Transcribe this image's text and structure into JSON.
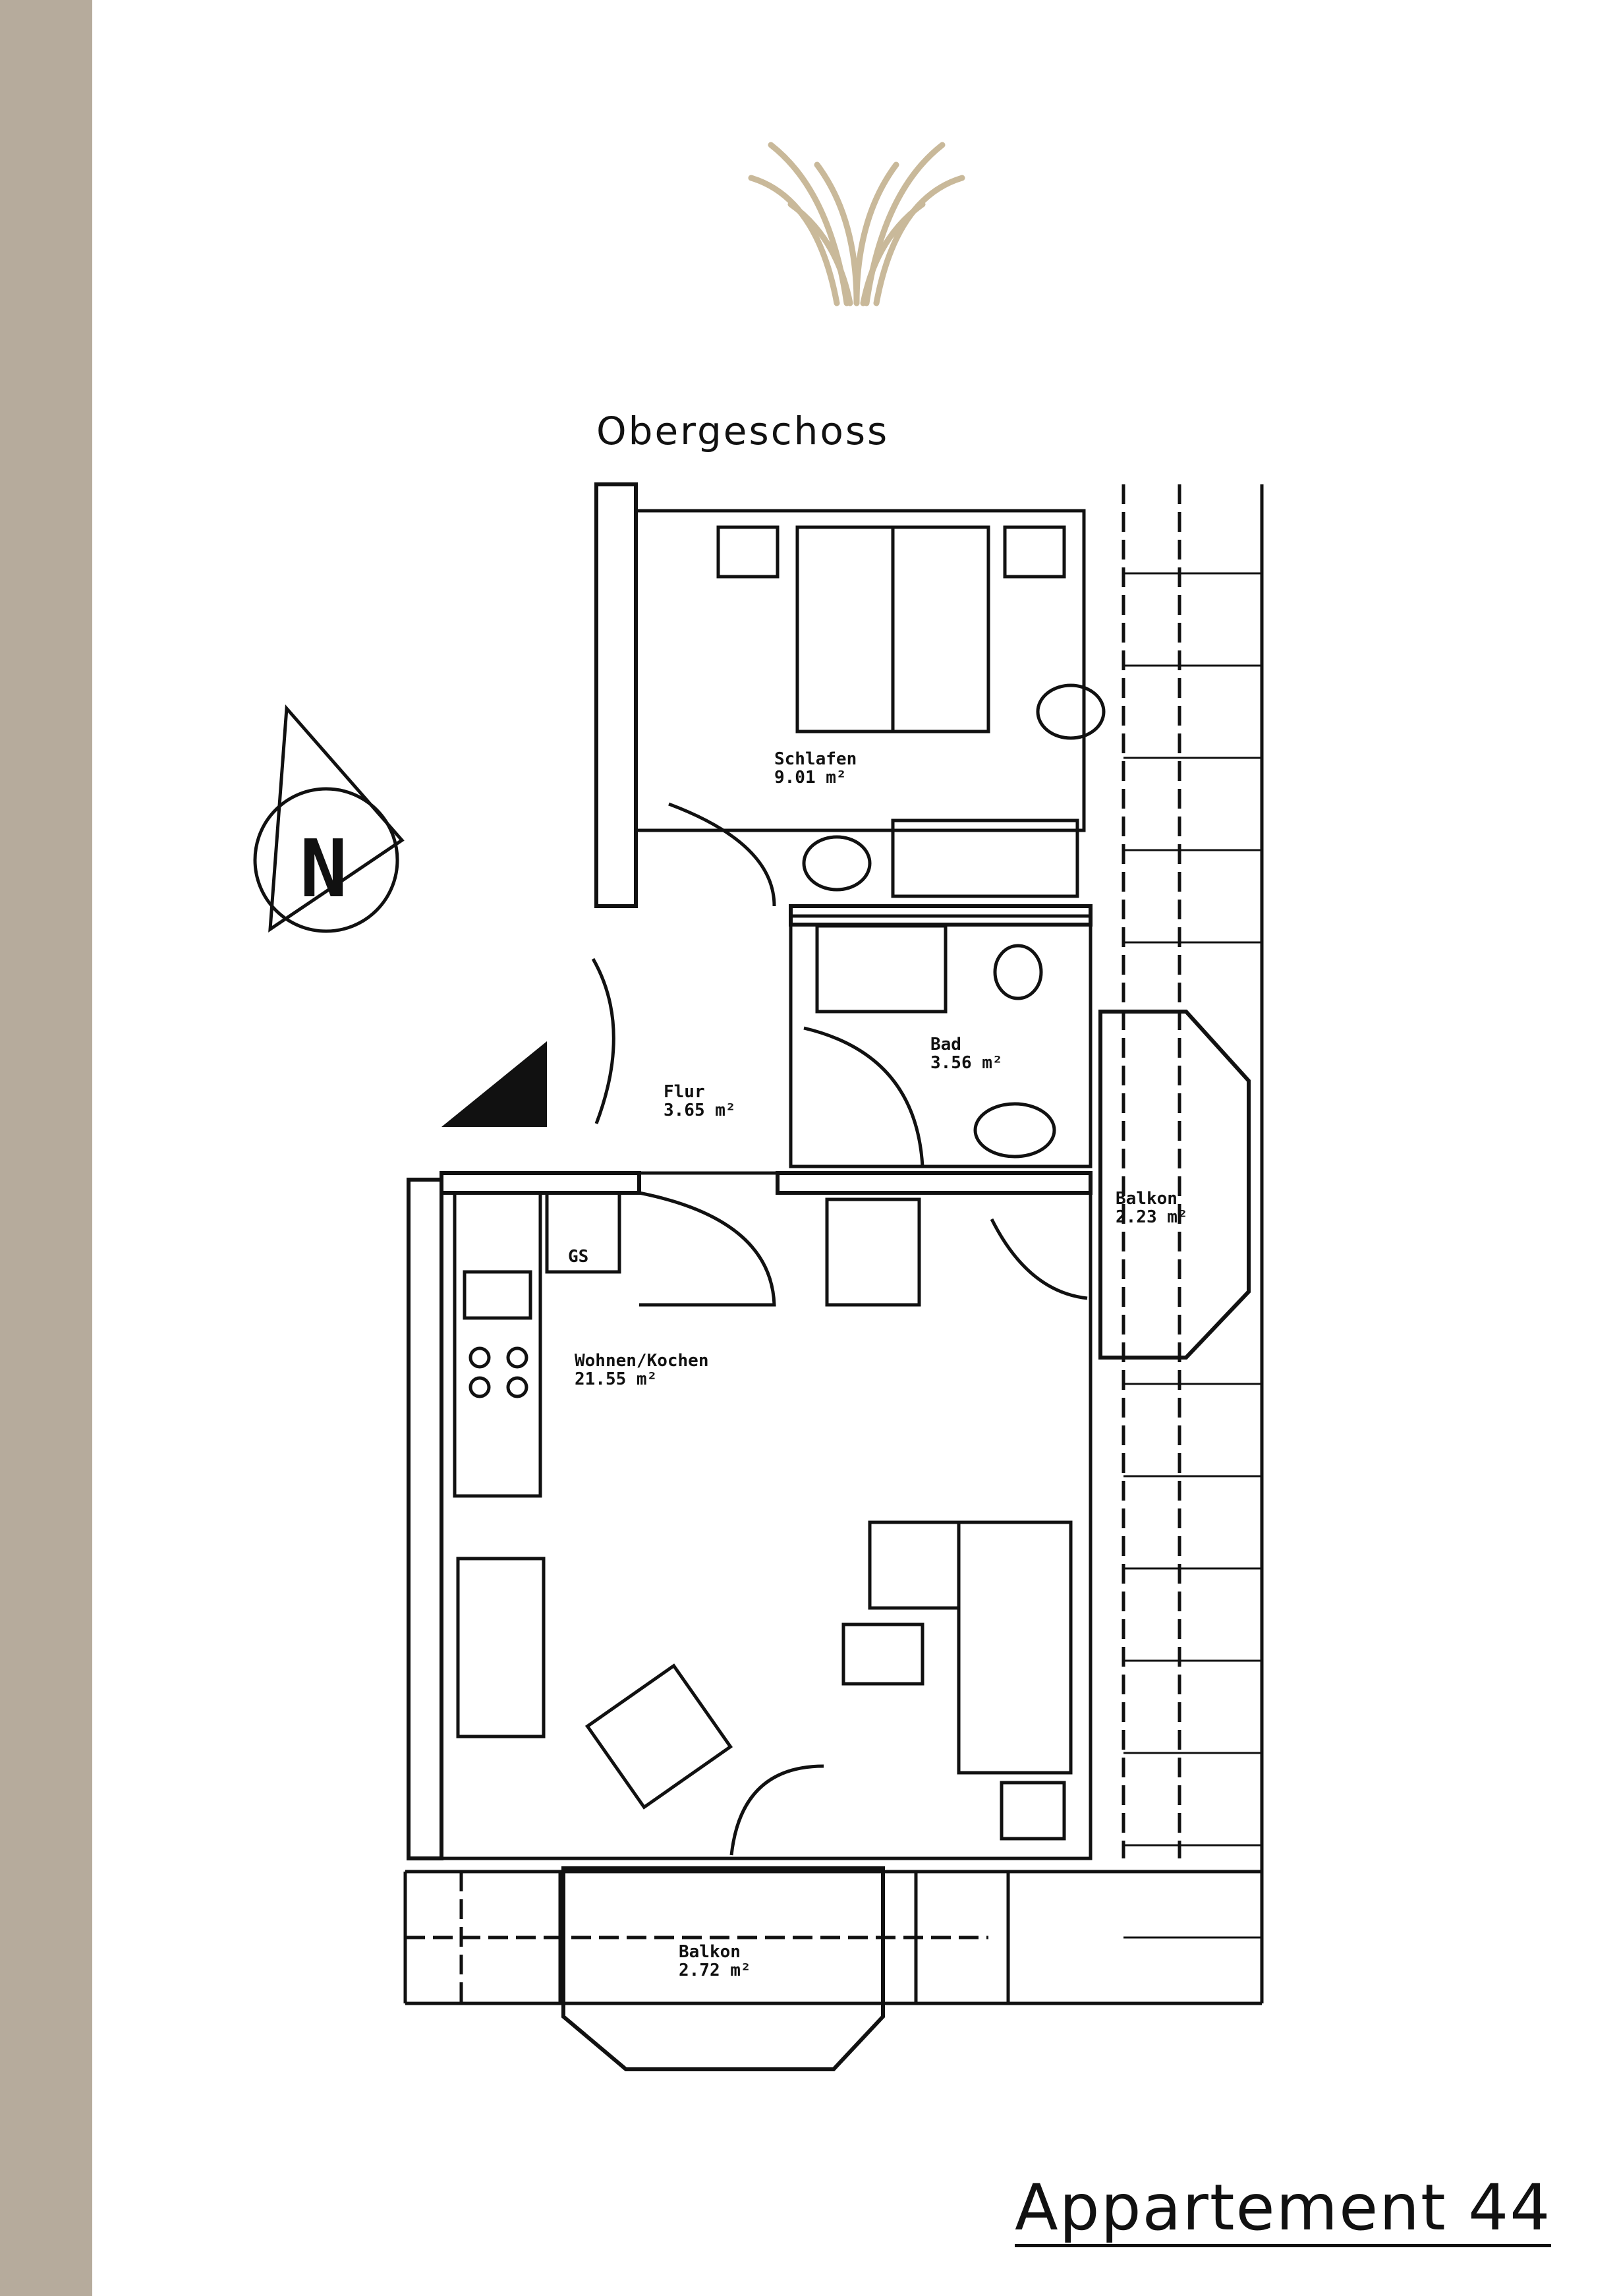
{
  "brand": {
    "logo_icon": "stylized-w-logo-icon",
    "accent_color": "#b6ab9c",
    "logo_color": "#c9b99a"
  },
  "floor_label": "Obergeschoss",
  "apartment_title": "Appartement 44",
  "compass": {
    "letter": "N"
  },
  "rooms": [
    {
      "name": "Schlafen",
      "area": "9.01 m²"
    },
    {
      "name": "Bad",
      "area": "3.56 m²"
    },
    {
      "name": "Flur",
      "area": "3.65 m²"
    },
    {
      "name": "Wohnen/Kochen",
      "area": "21.55 m²"
    },
    {
      "name": "Balkon",
      "area": "2.23 m²"
    },
    {
      "name": "Balkon",
      "area": "2.72 m²"
    }
  ],
  "fixtures": {
    "gas_label": "GS"
  }
}
